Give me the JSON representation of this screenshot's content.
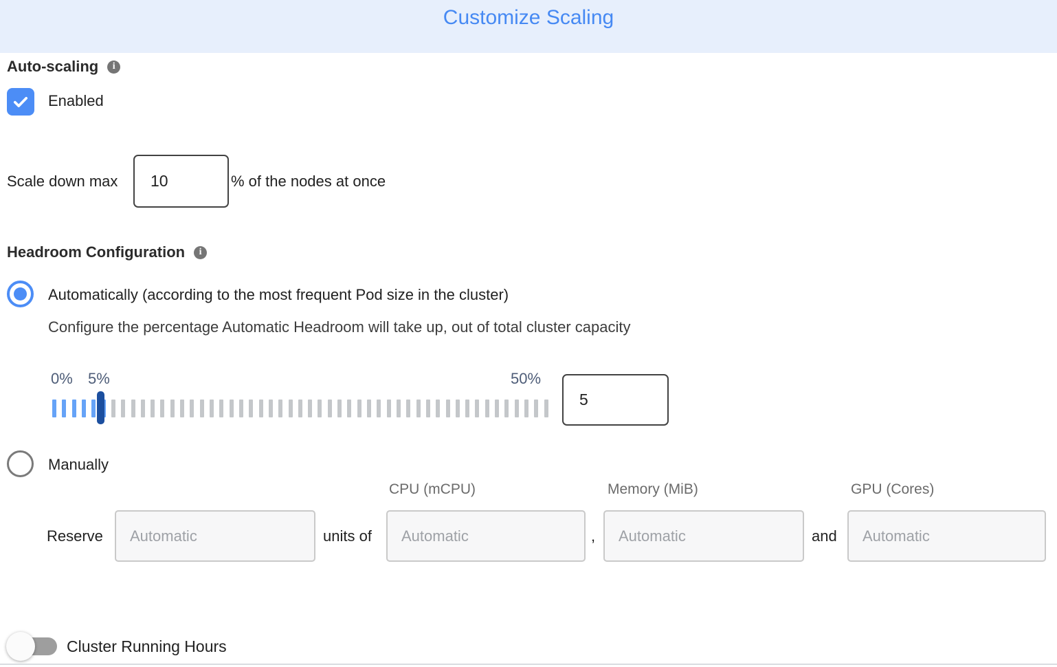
{
  "header": {
    "title": "Customize Scaling"
  },
  "auto_scaling": {
    "section_label": "Auto-scaling",
    "enabled": true,
    "enabled_label": "Enabled",
    "scale_down_prefix": "Scale down max",
    "scale_down_value": "10",
    "scale_down_suffix": "% of the nodes at once"
  },
  "headroom": {
    "section_label": "Headroom Configuration",
    "mode": "automatic",
    "automatic": {
      "label": "Automatically (according to the most frequent Pod size in the cluster)",
      "description": "Configure the percentage Automatic Headroom will take up, out of total cluster capacity",
      "slider": {
        "min_label": "0%",
        "current_label": "5%",
        "max_label": "50%",
        "ticks_total": 51,
        "active_ticks": 6,
        "handle_index": 5
      },
      "value": "5"
    },
    "manual": {
      "label": "Manually",
      "columns": [
        "CPU (mCPU)",
        "Memory (MiB)",
        "GPU (Cores)"
      ],
      "reserve_label": "Reserve",
      "units_label": "units of",
      "separator": ",",
      "conjunction": "and",
      "placeholder": "Automatic"
    }
  },
  "footer": {
    "toggle_label": "Cluster Running Hours",
    "toggle_on": false
  },
  "icons": {
    "info_glyph": "i"
  },
  "colors": {
    "header_bg": "#E7EFFC",
    "title_blue": "#4689F3",
    "accent_blue": "#4C8DF6",
    "handle_navy": "#1C4F9F",
    "tick_active": "#66A3F7",
    "tick_inactive": "#C4C7CA"
  }
}
